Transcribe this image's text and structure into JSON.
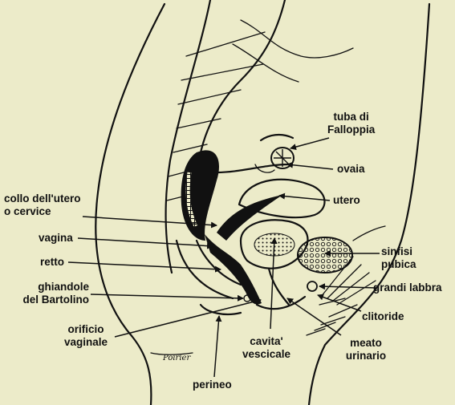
{
  "labels": {
    "tuba_line1": "tuba di",
    "tuba_line2": "Falloppia",
    "ovaia": "ovaia",
    "utero": "utero",
    "collo_line1": "collo dell'utero",
    "collo_line2": "o cervice",
    "vagina": "vagina",
    "retto": "retto",
    "ghiandole_line1": "ghiandole",
    "ghiandole_line2": "del Bartolino",
    "orificio_line1": "orificio",
    "orificio_line2": "vaginale",
    "sinfisi_line1": "sinfisi",
    "sinfisi_line2": "pubica",
    "grandi_labbra": "grandi labbra",
    "clitoride": "clitoride",
    "meato_line1": "meato",
    "meato_line2": "urinario",
    "cavita_line1": "cavita'",
    "cavita_line2": "vescicale",
    "perineo": "perineo"
  },
  "signature": "Poirier",
  "colors": {
    "paper": "#ecebc9",
    "ink": "#111111"
  }
}
